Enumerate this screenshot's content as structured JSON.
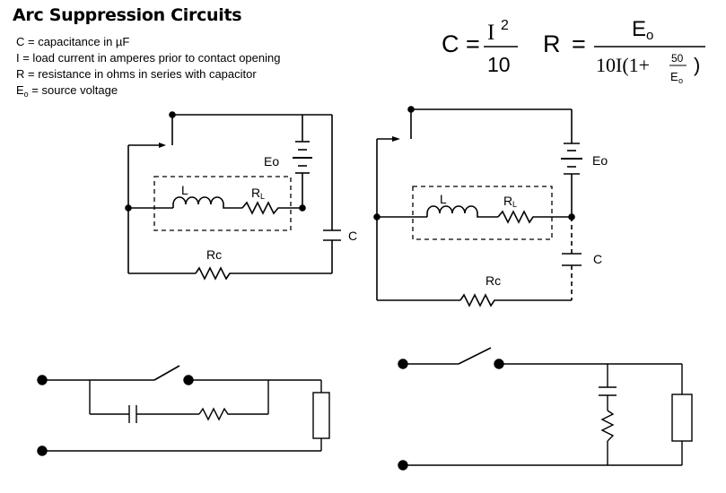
{
  "title": "Arc Suppression Circuits",
  "legend": {
    "c_line": "C  = capacitance in µF",
    "i_line": "I = load current in amperes prior to contact opening",
    "r_line": "R = resistance in ohms in series with capacitor",
    "eo_prefix": "E",
    "eo_sub": "o",
    "eo_suffix": " = source voltage"
  },
  "formula": {
    "c_lhs": "C =",
    "c_num": "I",
    "c_exp": "2",
    "c_den": "10",
    "r_lhs": "R",
    "equals": "=",
    "r_num_main": "E",
    "r_num_sub": "o",
    "r_den_prefix": "10I(1+",
    "r_den_inner_num": "50",
    "r_den_inner_den_main": "E",
    "r_den_inner_den_sub": "o",
    "r_den_suffix": ")"
  },
  "circuit1": {
    "source_label": "Eo",
    "inductor_label": "L",
    "load_resistor_label_main": "R",
    "load_resistor_label_sub": "L",
    "capacitor_label": "C",
    "series_resistor_label": "Rc"
  },
  "circuit2": {
    "source_label": "Eo",
    "inductor_label": "L",
    "load_resistor_label_main": "R",
    "load_resistor_label_sub": "L",
    "capacitor_label": "C",
    "series_resistor_label": "Rc"
  }
}
